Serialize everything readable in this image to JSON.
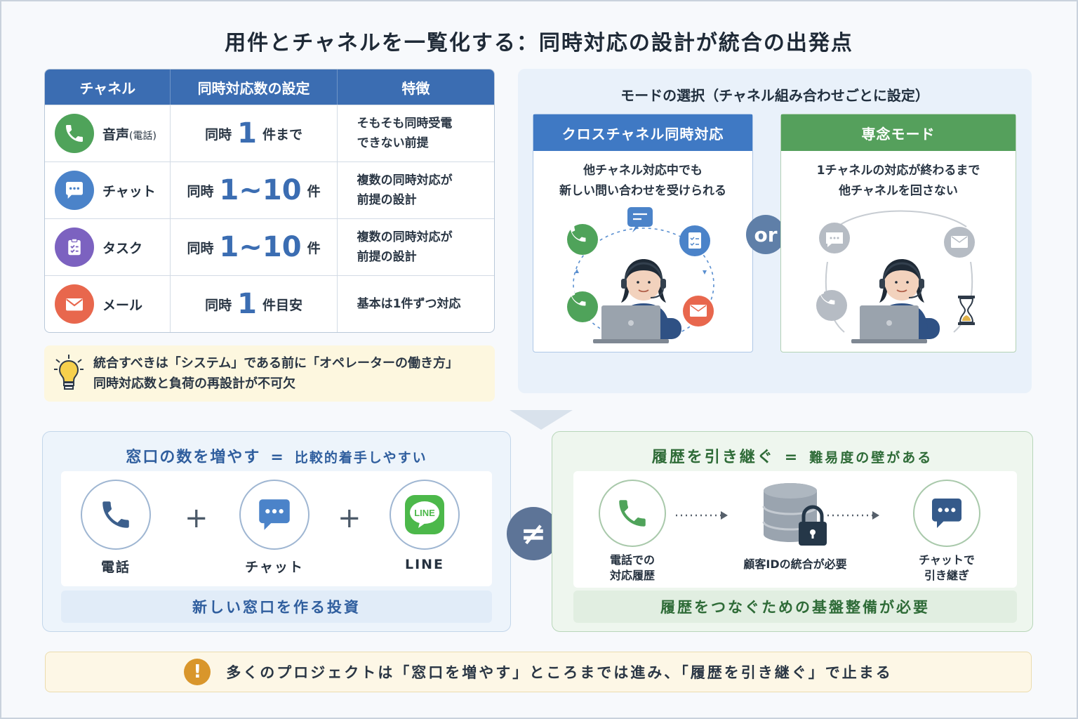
{
  "title": "用件とチャネルを一覧化する：同時対応の設計が統合の出発点",
  "table": {
    "headers": [
      "チャネル",
      "同時対応数の設定",
      "特徴"
    ],
    "rows": [
      {
        "channel": "音声",
        "channel_note": "(電話)",
        "icon": "phone-icon",
        "color": "#4fa35a",
        "prefix": "同時",
        "number": "1",
        "suffix": "件まで",
        "feature": "そもそも同時受電\nできない前提"
      },
      {
        "channel": "チャット",
        "channel_note": "",
        "icon": "chat-icon",
        "color": "#4b83c9",
        "prefix": "同時",
        "number": "1~10",
        "suffix": "件",
        "feature": "複数の同時対応が\n前提の設計"
      },
      {
        "channel": "タスク",
        "channel_note": "",
        "icon": "clipboard-icon",
        "color": "#7c62c0",
        "prefix": "同時",
        "number": "1~10",
        "suffix": "件",
        "feature": "複数の同時対応が\n前提の設計"
      },
      {
        "channel": "メール",
        "channel_note": "",
        "icon": "mail-icon",
        "color": "#e8674d",
        "prefix": "同時",
        "number": "1",
        "suffix": "件目安",
        "feature": "基本は1件ずつ対応"
      }
    ]
  },
  "tip": {
    "icon": "lightbulb-icon",
    "text": "統合すべきは「システム」である前に「オペレーターの働き方」\n同時対応数と負荷の再設計が不可欠"
  },
  "modes": {
    "title": "モードの選択（チャネル組み合わせごとに設定）",
    "or_label": "or",
    "cross": {
      "header": "クロスチャネル同時対応",
      "desc": "他チャネル対応中でも\n新しい問い合わせを受けられる"
    },
    "focus": {
      "header": "専念モード",
      "desc": "1チャネルの対応が終わるまで\n他チャネルを回さない"
    }
  },
  "left_box": {
    "heading": "窓口の数を増やす",
    "eq": "=",
    "sub": "比較的着手しやすい",
    "items": [
      {
        "label": "電話",
        "icon": "phone-icon"
      },
      {
        "label": "チャット",
        "icon": "chat-icon"
      },
      {
        "label": "LINE",
        "icon": "line-icon",
        "logo_text": "LINE"
      }
    ],
    "plus": "+",
    "footer": "新しい窓口を作る投資"
  },
  "neq": "≠",
  "right_box": {
    "heading": "履歴を引き継ぐ",
    "eq": "=",
    "sub": "難易度の壁がある",
    "items": [
      {
        "label": "電話での\n対応履歴",
        "icon": "phone-icon"
      },
      {
        "label": "顧客IDの統合が必要",
        "icon": "database-lock-icon"
      },
      {
        "label": "チャットで\n引き継ぎ",
        "icon": "chat-icon"
      }
    ],
    "footer": "履歴をつなぐための基盤整備が必要"
  },
  "banner": {
    "icon": "warning-icon",
    "mark": "!",
    "text": "多くのプロジェクトは「窓口を増やす」ところまでは進み、「履歴を引き継ぐ」で止まる"
  },
  "colors": {
    "blue": "#3b6db2",
    "green": "#55a05c",
    "orange": "#d9962b"
  }
}
